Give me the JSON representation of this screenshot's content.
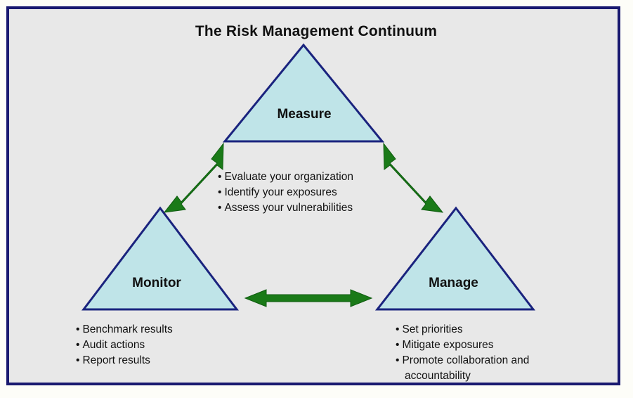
{
  "diagram": {
    "title": "The Risk Management Continuum",
    "colors": {
      "frame_border": "#191970",
      "canvas": "#e8e8e8",
      "triangle_fill": "#bfe4e8",
      "triangle_stroke": "#1a237e",
      "arrow": "#1a7a18",
      "text": "#111111"
    },
    "nodes": [
      {
        "id": "measure",
        "label": "Measure",
        "position": "top",
        "bullets": [
          "Evaluate your organization",
          "Identify your exposures",
          "Assess your vulnerabilities"
        ]
      },
      {
        "id": "monitor",
        "label": "Monitor",
        "position": "bottom-left",
        "bullets": [
          "Benchmark results",
          "Audit actions",
          "Report results"
        ]
      },
      {
        "id": "manage",
        "label": "Manage",
        "position": "bottom-right",
        "bullets": [
          "Set priorities",
          "Mitigate exposures",
          "Promote collaboration and",
          "accountability"
        ]
      }
    ],
    "connectors": [
      {
        "id": "monitor-measure",
        "from": "Monitor",
        "to": "Measure",
        "style": "double-headed",
        "orientation": "diagonal-up-right"
      },
      {
        "id": "measure-manage",
        "from": "Measure",
        "to": "Manage",
        "style": "double-headed",
        "orientation": "diagonal-down-right"
      },
      {
        "id": "monitor-manage",
        "from": "Monitor",
        "to": "Manage",
        "style": "double-headed",
        "orientation": "horizontal"
      }
    ],
    "bullet_glyph": "•"
  }
}
